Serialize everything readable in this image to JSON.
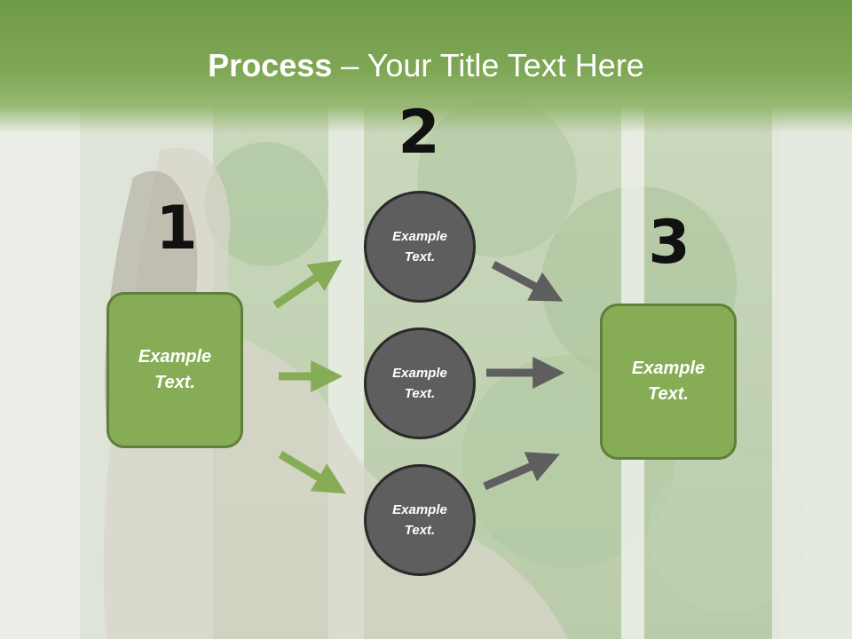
{
  "slide": {
    "title_bold": "Process",
    "title_rest": " – Your Title Text Here",
    "numbers": [
      "1",
      "2",
      "3"
    ],
    "left_box": "Example Text.",
    "circles": [
      "Example Text.",
      "Example Text.",
      "Example Text."
    ],
    "right_box": "Example Text."
  },
  "colors": {
    "header_green": "#7fa856",
    "box_green": "#86ad55",
    "circle_gray": "#5e5e5e",
    "arrow_green": "#86ad55",
    "arrow_gray": "#5e5e5e"
  }
}
